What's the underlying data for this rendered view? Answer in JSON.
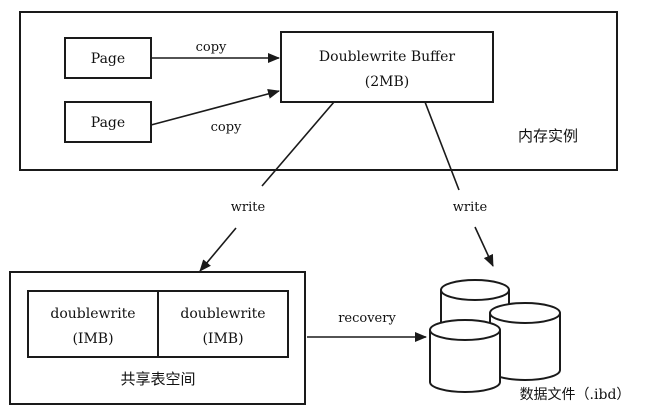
{
  "memory": {
    "label": "内存实例",
    "page_top": "Page",
    "page_bottom": "Page",
    "copy_top": "copy",
    "copy_bottom": "copy",
    "buffer_title": "Doublewrite Buffer",
    "buffer_size": "(2MB)"
  },
  "flows": {
    "write_left": "write",
    "write_right": "write",
    "recovery": "recovery"
  },
  "shared_tablespace": {
    "label": "共享表空间",
    "segments": [
      {
        "name": "doublewrite",
        "size": "(IMB)"
      },
      {
        "name": "doublewrite",
        "size": "(IMB)"
      }
    ]
  },
  "data_files": {
    "label": "数据文件（.ibd）"
  }
}
